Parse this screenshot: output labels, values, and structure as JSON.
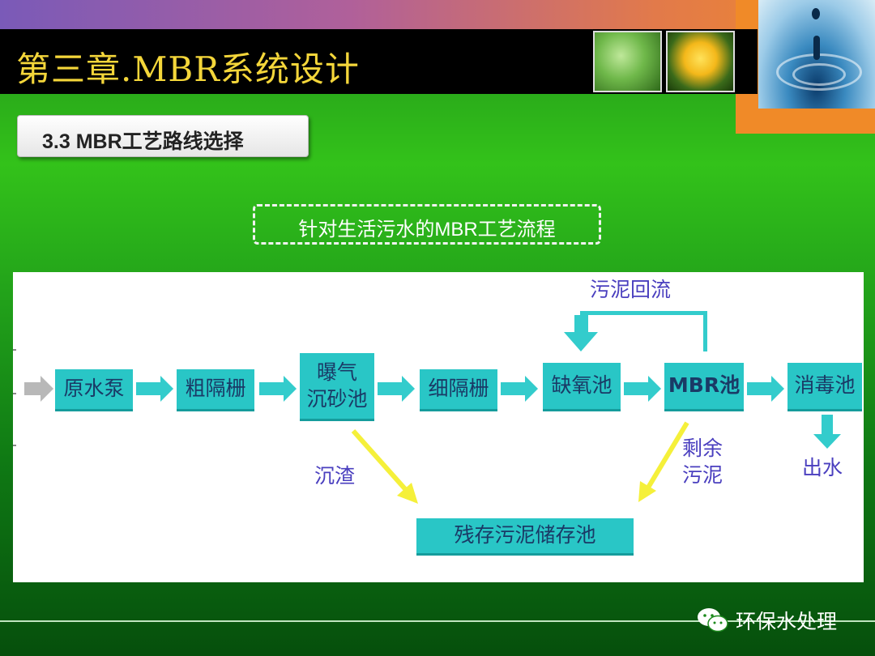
{
  "header": {
    "title": "第三章.MBR系统设计"
  },
  "section": {
    "label": "3.3 MBR工艺路线选择"
  },
  "diagram": {
    "subtitle": "针对生活污水的MBR工艺流程",
    "nodes": {
      "raw_pump": "原水泵",
      "coarse_screen": "粗隔栅",
      "aeration_grit_1": "曝气",
      "aeration_grit_2": "沉砂池",
      "fine_screen": "细隔栅",
      "anoxic": "缺氧池",
      "mbr": "MBR池",
      "disinfection": "消毒池",
      "sludge_storage": "残存污泥储存池"
    },
    "notes": {
      "sludge_return": "污泥回流",
      "sediment": "沉渣",
      "excess_sludge_1": "剩余",
      "excess_sludge_2": "污泥",
      "effluent": "出水"
    },
    "colors": {
      "node_fill": "#29c6c6",
      "arrow_cyan": "#33cccc",
      "arrow_yellow": "#f5f03a",
      "note_text": "#4a3fbf"
    }
  },
  "watermark": {
    "text": "环保水处理",
    "icon": "wechat-icon"
  }
}
